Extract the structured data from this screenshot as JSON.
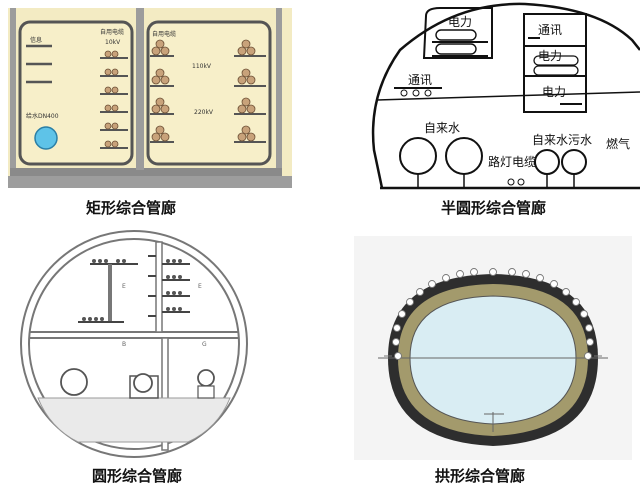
{
  "rect_panel": {
    "caption": "矩形综合管廊",
    "labels": {
      "left_top": "信息",
      "left_mid_top": "自用电缆",
      "left_10kv": "10kV",
      "right_top": "自用电缆",
      "right_110kv": "110kV",
      "right_220kv": "220kV",
      "water": "给水DN400"
    }
  },
  "semicircle_panel": {
    "caption": "半圆形综合管廊",
    "labels": {
      "power_top": "电力",
      "comm_right": "通讯",
      "power_mid": "电力",
      "power_bottom": "电力",
      "comm_left": "通讯",
      "tap_water_left": "自来水",
      "tap_water_right": "自来水",
      "sewage": "污水",
      "gas": "燃气",
      "street_light": "路灯电缆"
    }
  },
  "circle_panel": {
    "caption": "圆形综合管廊",
    "labels": {
      "e1": "E",
      "e2": "E",
      "b": "B",
      "g": "G"
    }
  },
  "arch_panel": {
    "caption": "拱形综合管廊"
  },
  "colors": {
    "rect_bg": "#f3ebc3",
    "rect_wall": "#9a9a9a",
    "water_pipe": "#5ec3e8",
    "arch_outer": "#2e2e2e",
    "arch_ring": "#a39a6c",
    "arch_inner": "#d9edf3",
    "arch_panel_bg": "#f4f4f4"
  }
}
